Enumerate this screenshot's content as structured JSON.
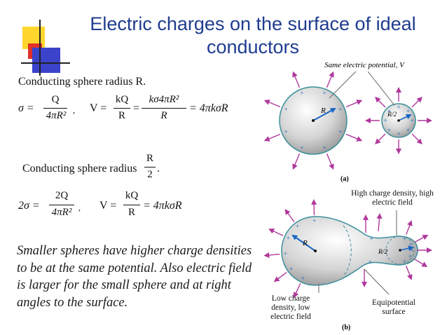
{
  "title": {
    "line1": "Electric charges on the surface of ideal",
    "line2": "conductors"
  },
  "left": {
    "case1_heading": "Conducting sphere radius R.",
    "eq1": {
      "lhs": "σ =",
      "num1": "Q",
      "den1": "4πR²",
      "comma": ",",
      "V_eq": "V =",
      "num2": "kQ",
      "den2": "R",
      "eq_sign": "=",
      "num3": "kσ4πR²",
      "den3": "R",
      "tail": "= 4πkσR"
    },
    "case2_heading": "Conducting sphere radius",
    "case2_num": "R",
    "case2_den": "2",
    "case2_period": ".",
    "eq2": {
      "lhs": "2σ =",
      "num1": "2Q",
      "den1": "4πR²",
      "comma": ",",
      "V_eq": "V =",
      "num2": "kQ",
      "den2": "R",
      "tail": "= 4πkσR"
    },
    "conclusion": "Smaller spheres have higher charge densities to be at the same potential. Also electric field is larger for the small sphere and at right angles to the surface."
  },
  "figure": {
    "top_label": "Same electric potential, V",
    "big_radius": "R",
    "small_radius": "R/2",
    "panel_a": "(a)",
    "high_label": "High charge density, high electric field",
    "low_label": "Low charge density, low electric field",
    "equi_label": "Equipotential surface",
    "panel_b": "(b)",
    "charge_sign": "+"
  },
  "colors": {
    "title": "#1f3c8f",
    "arrow": "#b0389c",
    "radius": "#1a66c4",
    "charge": "#1a66c4",
    "outline": "#3a8f9a"
  }
}
